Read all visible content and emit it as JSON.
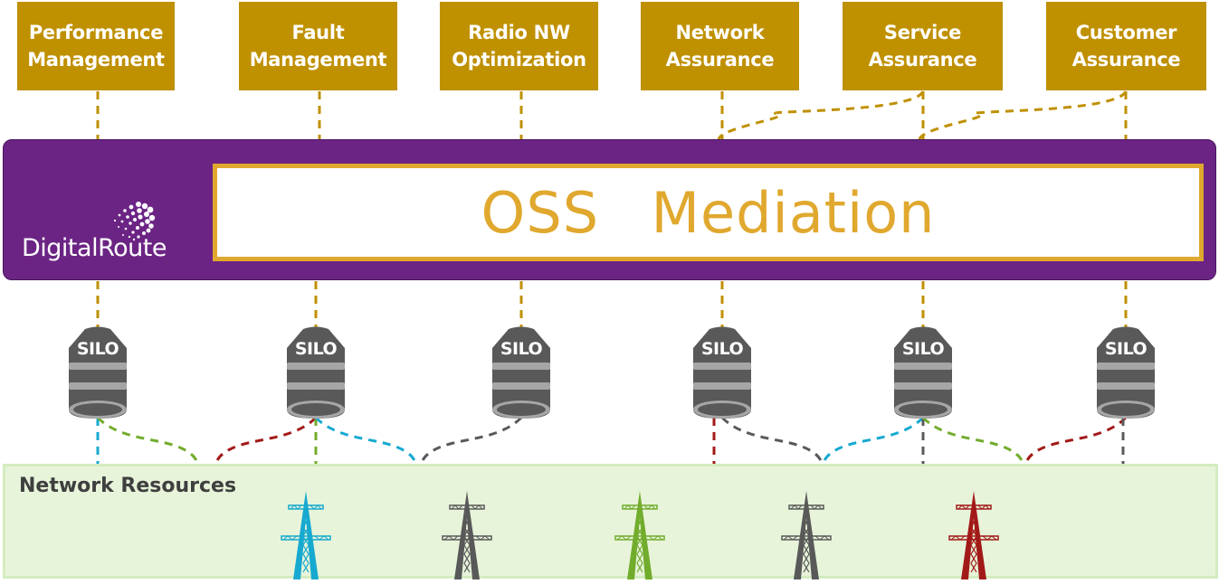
{
  "colors": {
    "app_box": "#bf9000",
    "app_connector": "#bf9000",
    "mediation_bg": "#6b2484",
    "oss_accent": "#e0a82e",
    "silo_body": "#595959",
    "silo_band": "#a6a6a6",
    "network_bg": "#e7f4da",
    "cyan": "#17a9d0",
    "green": "#72ac2c",
    "red": "#a21a18",
    "gray": "#595959"
  },
  "applications": [
    {
      "label": "Performance\nManagement"
    },
    {
      "label": "Fault\nManagement"
    },
    {
      "label": "Radio NW\nOptimization"
    },
    {
      "label": "Network\nAssurance"
    },
    {
      "label": "Service\nAssurance"
    },
    {
      "label": "Customer\nAssurance"
    }
  ],
  "mediation": {
    "logo_text": "DigitalRoute",
    "logo_icon": "dot-swirl-icon",
    "title": "OSS  Mediation"
  },
  "silos": [
    {
      "label": "SILO"
    },
    {
      "label": "SILO"
    },
    {
      "label": "SILO"
    },
    {
      "label": "SILO"
    },
    {
      "label": "SILO"
    },
    {
      "label": "SILO"
    }
  ],
  "network": {
    "label": "Network Resources",
    "towers": [
      {
        "color": "cyan"
      },
      {
        "color": "gray"
      },
      {
        "color": "green"
      },
      {
        "color": "gray"
      },
      {
        "color": "red"
      }
    ]
  },
  "links": {
    "app_to_mediation": [
      {
        "from_app": 0,
        "type": "straight"
      },
      {
        "from_app": 1,
        "type": "straight"
      },
      {
        "from_app": 2,
        "type": "straight"
      },
      {
        "from_app": 3,
        "type": "straight"
      },
      {
        "from_app": 4,
        "type": "straight"
      },
      {
        "from_app": 5,
        "type": "straight"
      },
      {
        "from_app": 4,
        "type": "curve-to-left"
      },
      {
        "from_app": 5,
        "type": "curve-to-left"
      }
    ],
    "silo_to_network": [
      {
        "silo": 0,
        "color": "cyan",
        "type": "straight"
      },
      {
        "silo": 0,
        "color": "green",
        "type": "curve-right"
      },
      {
        "silo": 1,
        "color": "red",
        "type": "curve-left"
      },
      {
        "silo": 1,
        "color": "green",
        "type": "straight"
      },
      {
        "silo": 1,
        "color": "cyan",
        "type": "curve-right"
      },
      {
        "silo": 2,
        "color": "gray",
        "type": "curve-left"
      },
      {
        "silo": 3,
        "color": "red",
        "type": "straight"
      },
      {
        "silo": 3,
        "color": "gray",
        "type": "curve-right"
      },
      {
        "silo": 4,
        "color": "cyan",
        "type": "curve-left"
      },
      {
        "silo": 4,
        "color": "gray",
        "type": "straight"
      },
      {
        "silo": 4,
        "color": "green",
        "type": "curve-right"
      },
      {
        "silo": 5,
        "color": "red",
        "type": "curve-left"
      },
      {
        "silo": 5,
        "color": "gray",
        "type": "straight"
      }
    ]
  }
}
